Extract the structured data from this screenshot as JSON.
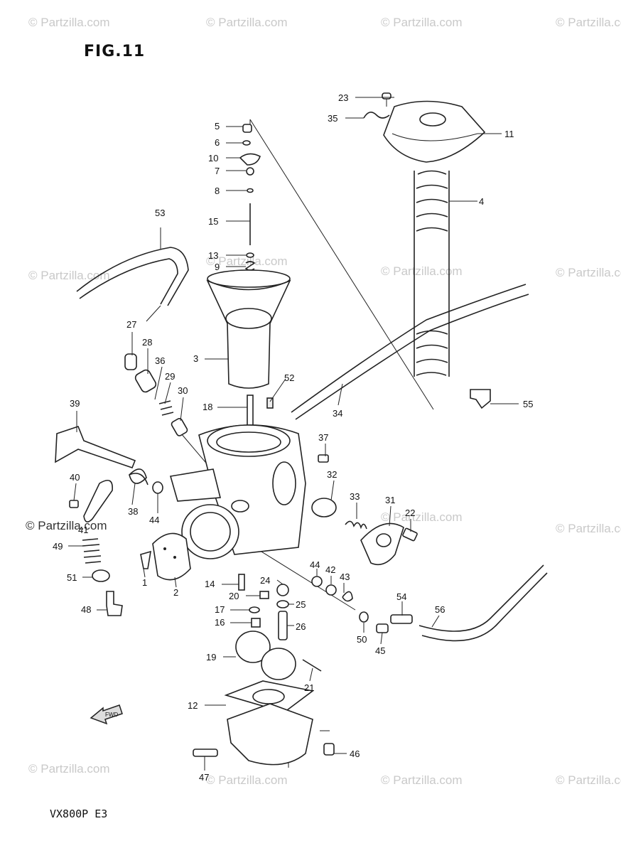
{
  "figure": {
    "title": "FIG.11",
    "model": "VX800P  E3"
  },
  "watermark": {
    "text": "© Partzilla.com",
    "symbol": "©"
  },
  "callouts": {
    "c1": "1",
    "c2": "2",
    "c3": "3",
    "c4": "4",
    "c5": "5",
    "c6": "6",
    "c7": "7",
    "c8": "8",
    "c9": "9",
    "c10": "10",
    "c11": "11",
    "c12": "12",
    "c13": "13",
    "c14": "14",
    "c15": "15",
    "c16": "16",
    "c17": "17",
    "c18": "18",
    "c19": "19",
    "c20": "20",
    "c21": "21",
    "c22": "22",
    "c23": "23",
    "c24": "24",
    "c25": "25",
    "c26": "26",
    "c27": "27",
    "c28": "28",
    "c29": "29",
    "c30": "30",
    "c31": "31",
    "c32": "32",
    "c33": "33",
    "c34": "34",
    "c35": "35",
    "c36": "36",
    "c37": "37",
    "c38": "38",
    "c39": "39",
    "c40": "40",
    "c41": "41",
    "c42": "42",
    "c43": "43",
    "c44a": "44",
    "c44b": "44",
    "c45": "45",
    "c46": "46",
    "c47": "47",
    "c48": "48",
    "c49": "49",
    "c50": "50",
    "c51": "51",
    "c52": "52",
    "c53": "53",
    "c54": "54",
    "c55": "55",
    "c56": "56"
  },
  "fwd_arrow": {
    "text": "FWD",
    "icon": "fwd-arrow-icon"
  },
  "colors": {
    "ink": "#222222",
    "watermark": "#c9c9c9",
    "background": "#ffffff"
  }
}
